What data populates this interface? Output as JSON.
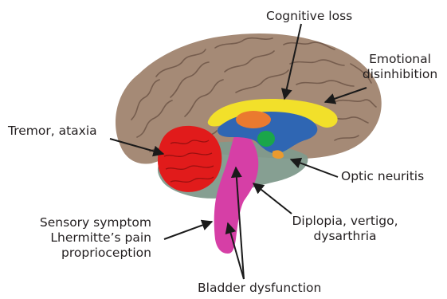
{
  "labels": {
    "cognitive_loss": "Cognitive loss",
    "emotional_line1": "Emotional",
    "emotional_line2": "disinhibition",
    "tremor": "Tremor, ataxia",
    "optic": "Optic neuritis",
    "sensory_line1": "Sensory symptom",
    "sensory_line2": "Lhermitte’s pain",
    "sensory_line3": "proprioception",
    "diplopia_line1": "Diplopia, vertigo,",
    "diplopia_line2": "dysarthria",
    "bladder": "Bladder dysfunction"
  },
  "colors": {
    "cortex": "#a58a76",
    "gyri_line": "#6e5648",
    "cerebellum": "#e11b1b",
    "brainstem_region": "#7f9a8c",
    "brainstem": "#d63fa6",
    "corpus_callosum": "#f2e02a",
    "ventricle": "#2f66b3",
    "thalamus_orange": "#ea7a2f",
    "green_nucleus": "#1aa64a",
    "arrow": "#1a1a1a",
    "text": "#231f20"
  }
}
